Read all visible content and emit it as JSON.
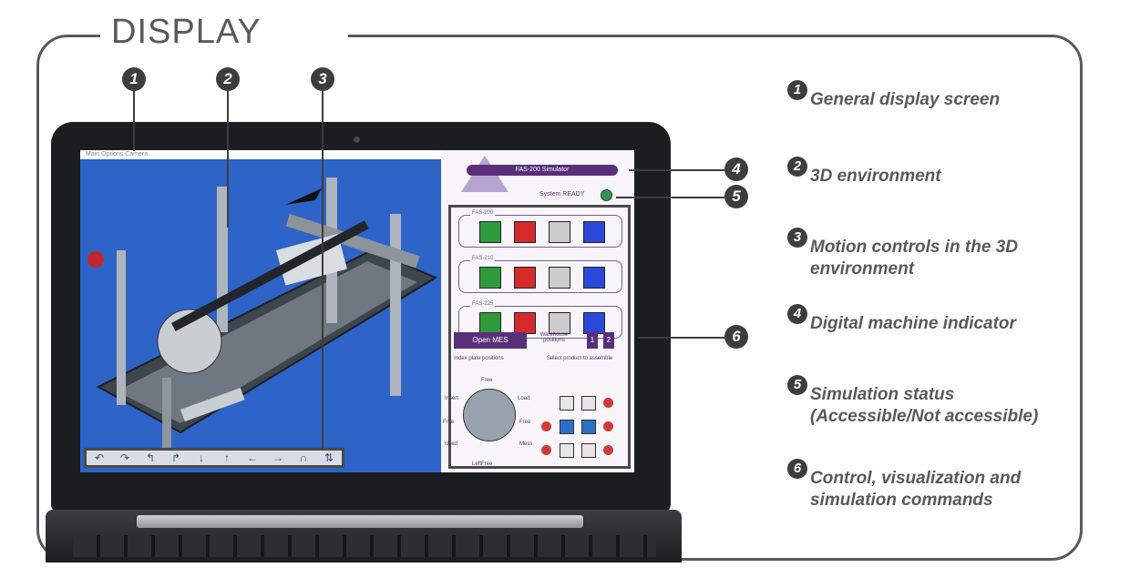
{
  "title": "DISPLAY",
  "callout_numbers": [
    "1",
    "2",
    "3",
    "4",
    "5",
    "6"
  ],
  "legend": [
    {
      "num": "1",
      "text": "General display screen"
    },
    {
      "num": "2",
      "text": "3D environment"
    },
    {
      "num": "3",
      "text": "Motion controls in the 3D environment"
    },
    {
      "num": "4",
      "text": "Digital machine indicator"
    },
    {
      "num": "5",
      "text": "Simulation status (Accessible/Not accessible)"
    },
    {
      "num": "6",
      "text": "Control, visualization and simulation commands"
    }
  ],
  "screen": {
    "menu": "Main   Options   Camera",
    "sim_title": "FAS-200 Simulator",
    "status_text": "System READY",
    "groups": [
      "FAS-200",
      "FAS-210",
      "FAS-225"
    ],
    "open_button": "Open MES",
    "warehouse_label": "Warehouse positions",
    "warehouse_values": [
      "1",
      "2"
    ],
    "index_label": "Index plate positions",
    "select_label": "Select product to assemble",
    "dial_top": "Free",
    "dial_bottom": "LeftFree",
    "dial_labels": [
      "Insert",
      "Load",
      "Free",
      "Free",
      "Used",
      "Mess"
    ]
  },
  "colors": {
    "accent": "#5a2f7a",
    "view_bg": "#2e63c8",
    "frame": "#58595b"
  }
}
